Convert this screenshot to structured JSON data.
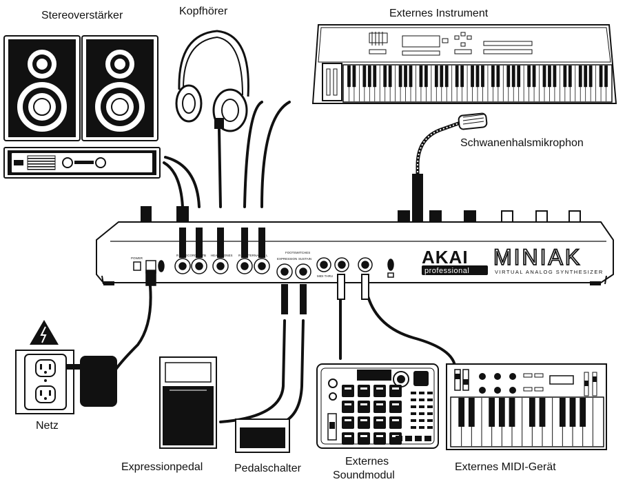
{
  "labels": {
    "stereo_amp": "Stereoverstärker",
    "headphones": "Kopfhörer",
    "external_instrument": "Externes Instrument",
    "gooseneck_mic": "Schwanenhalsmikrophon",
    "mains": "Netz",
    "expression_pedal": "Expressionpedal",
    "pedal_switch": "Pedalschalter",
    "external_sound_module_line1": "Externes",
    "external_sound_module_line2": "Soundmodul",
    "external_midi_device": "Externes MIDI-Gerät"
  },
  "synth": {
    "brand": "AKAI",
    "brand_sub": "professional",
    "model": "MINIAK",
    "model_sub": "VIRTUAL ANALOG SYNTHESIZER"
  },
  "panel_labels": {
    "power": "POWER",
    "record_out": "RECORD OUTS",
    "headphones": "HEADPHONES",
    "external_in": "EXTERNAL IN",
    "footswitches": "FOOTSWITCHES",
    "expression": "EXPRESSION",
    "sustain": "SUSTAIN",
    "midi_thru": "MIDI THRU",
    "r": "R",
    "l": "L"
  },
  "colors": {
    "line": "#111111",
    "fill_dark": "#1a1a1a",
    "fill_light": "#ffffff",
    "gray": "#888888"
  }
}
